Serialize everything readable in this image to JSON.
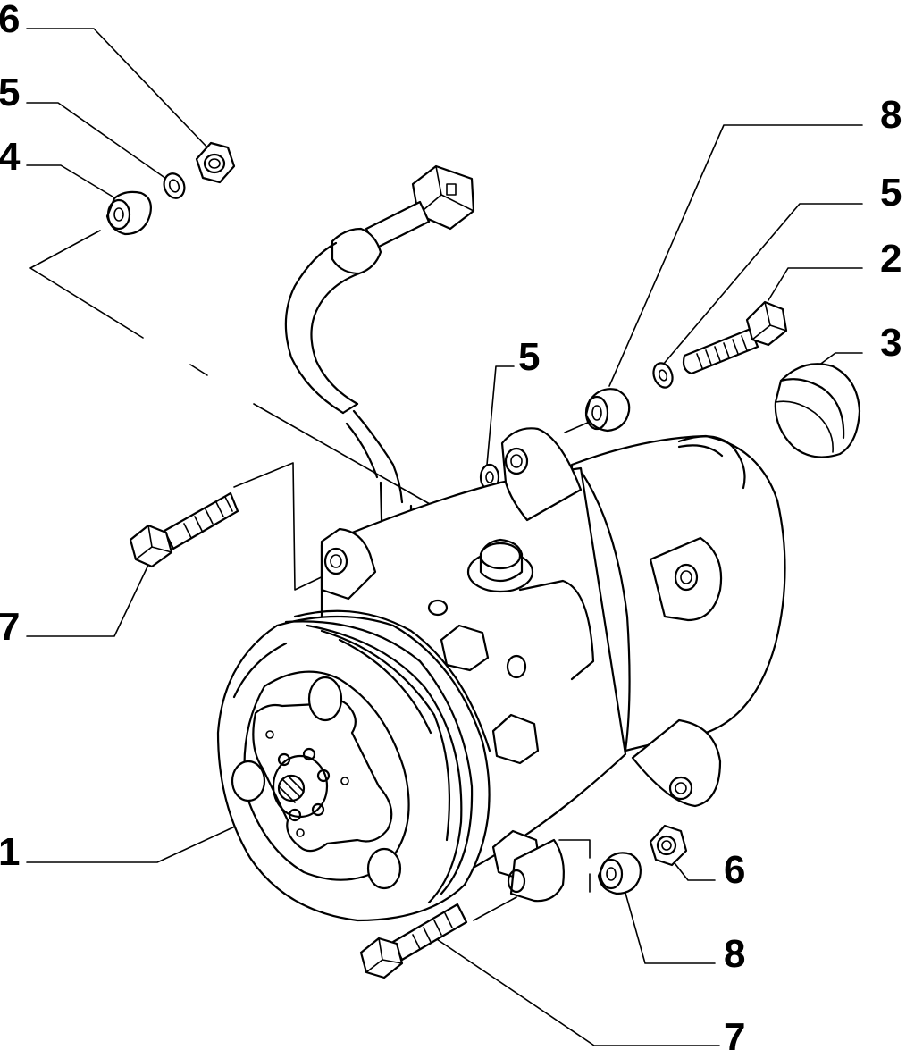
{
  "callouts": [
    {
      "id": "c1",
      "number": "6"
    },
    {
      "id": "c2",
      "number": "5"
    },
    {
      "id": "c3",
      "number": "4"
    },
    {
      "id": "c4",
      "number": "8"
    },
    {
      "id": "c5",
      "number": "5"
    },
    {
      "id": "c6",
      "number": "2"
    },
    {
      "id": "c7",
      "number": "3"
    },
    {
      "id": "c8",
      "number": "5"
    },
    {
      "id": "c9",
      "number": "7"
    },
    {
      "id": "c10",
      "number": "1"
    },
    {
      "id": "c11",
      "number": "6"
    },
    {
      "id": "c12",
      "number": "8"
    },
    {
      "id": "c13",
      "number": "7"
    }
  ]
}
